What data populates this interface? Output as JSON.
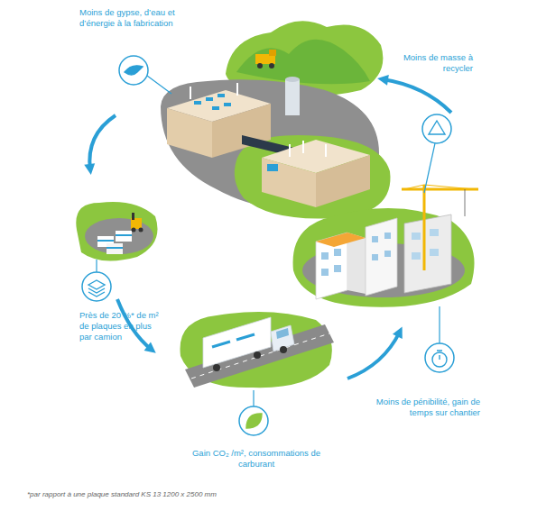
{
  "diagram": {
    "nodes": [
      {
        "text": [
          "Moins de gypse, d’eau et d’énergie à la fabrication"
        ]
      },
      {
        "text": [
          "Moins de masse à recycler"
        ]
      },
      {
        "text": [
          "Près de 20 %* de m² de plaques en plus par camion"
        ]
      },
      {
        "text": [
          "Moins de pénibilité, gain de temps sur chantier"
        ]
      },
      {
        "text": [
          "Gain CO₂ /m², consommations de carburant"
        ]
      }
    ],
    "labels": [
      "*par rapport à une plaque standard KS 13 1200 x 2500 mm"
    ]
  }
}
